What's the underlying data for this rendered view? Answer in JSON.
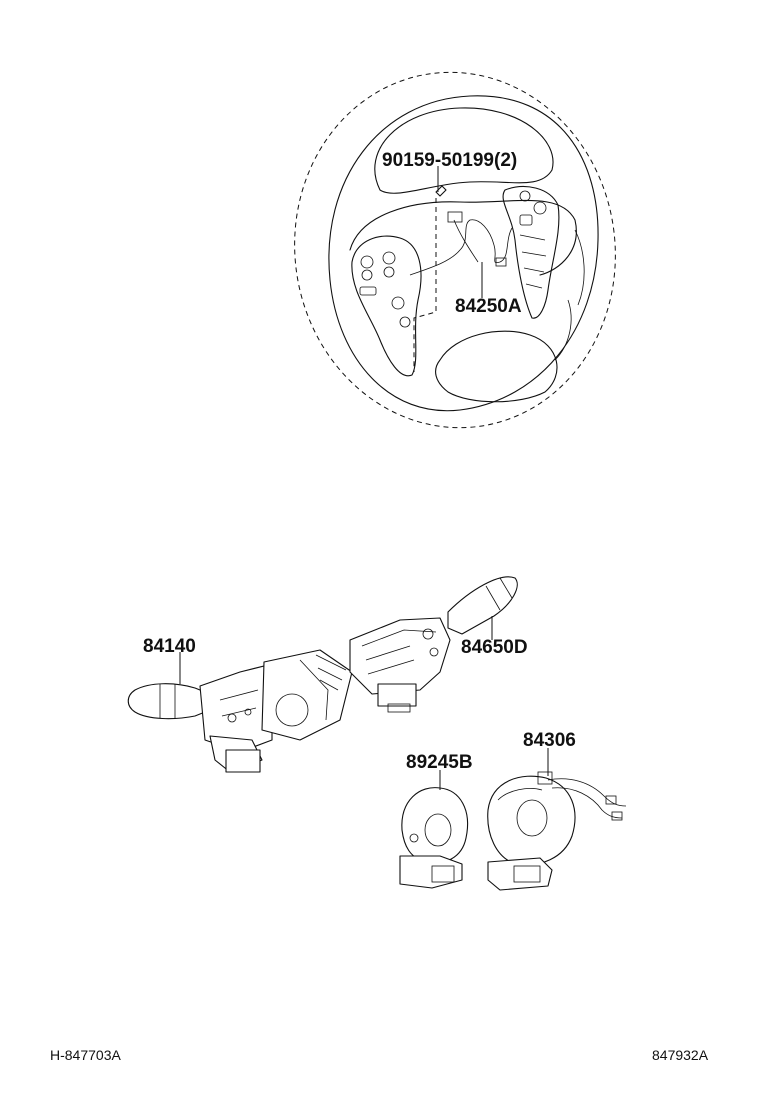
{
  "labels": {
    "bolt": "90159-50199(2)",
    "steering_switch": "84250A",
    "turn_signal_switch": "84140",
    "wiper_switch": "84650D",
    "spiral_cable_sub": "89245B",
    "spiral_cable": "84306"
  },
  "footer": {
    "left_ref": "H-847703A",
    "right_ref": "847932A"
  }
}
